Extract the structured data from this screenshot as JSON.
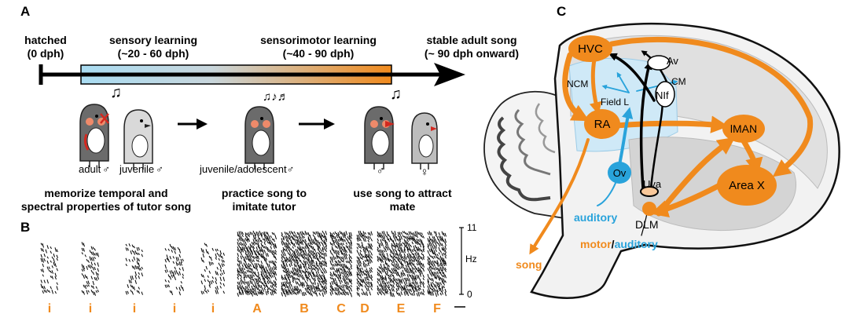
{
  "panel_a": {
    "label": "A",
    "timeline": {
      "hatched_line1": "hatched",
      "hatched_line2": "(0 dph)",
      "sensory_line1": "sensory learning",
      "sensory_line2": "(~20 - 60 dph)",
      "sensorimotor_line1": "sensorimotor learning",
      "sensorimotor_line2": "(~40 - 90 dph)",
      "stable_line1": "stable adult song",
      "stable_line2": "(~ 90 dph onward)",
      "gradient_start": "#a9dcf2",
      "gradient_end": "#f08a1d"
    },
    "birds": {
      "adult": "adult",
      "juvenile": "juvenile",
      "juvenile_adolescent": "juvenile/adolescent",
      "male_symbol": "♂",
      "female_symbol": "♀"
    },
    "captions": {
      "c1_line1": "memorize temporal and",
      "c1_line2": "spectral properties of tutor song",
      "c2_line1": "practice song to",
      "c2_line2": "imitate tutor",
      "c3_line1": "use song to attract",
      "c3_line2": "mate"
    }
  },
  "panel_b": {
    "label": "B",
    "axis_top": "11",
    "axis_bottom": "0",
    "axis_unit": "Hz",
    "syllables": [
      "i",
      "i",
      "i",
      "i",
      "i",
      "A",
      "B",
      "C",
      "D",
      "E",
      "F"
    ],
    "syllable_color": "#f08a1d"
  },
  "panel_c": {
    "label": "C",
    "regions": {
      "hvc": "HVC",
      "ra": "RA",
      "av": "Av",
      "nif": "NIf",
      "cm": "CM",
      "ncm": "NCM",
      "field_l": "Field L",
      "lman": "lMAN",
      "area_x": "Area X",
      "dlm": "DLM",
      "ov": "Ov",
      "uva": "Uva"
    },
    "labels": {
      "auditory": "auditory",
      "motor": "motor",
      "slash": "/",
      "auditory2": "auditory",
      "song": "song"
    },
    "colors": {
      "orange": "#f08a1d",
      "blue": "#29a3db",
      "light_blue": "#cfe9f7",
      "gray": "#d4d4d4"
    }
  }
}
